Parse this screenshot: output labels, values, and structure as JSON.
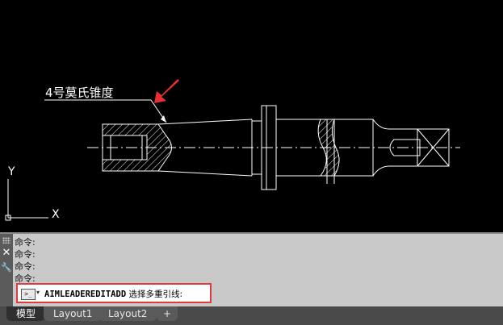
{
  "drawing": {
    "annotation_label": "4号莫氏锥度",
    "ucs_x_label": "X",
    "ucs_y_label": "Y"
  },
  "command_panel": {
    "history": [
      "命令:",
      "命令:",
      "命令:",
      "命令:"
    ],
    "close_glyph": "✕",
    "settings_glyph": "🔧",
    "prompt_glyph": ">_",
    "prompt_arrow": "▾",
    "current_command": "AIMLEADEREDITADD",
    "current_prompt": "选择多重引线:"
  },
  "tabs": {
    "model": "模型",
    "layout1": "Layout1",
    "layout2": "Layout2",
    "add": "+"
  }
}
